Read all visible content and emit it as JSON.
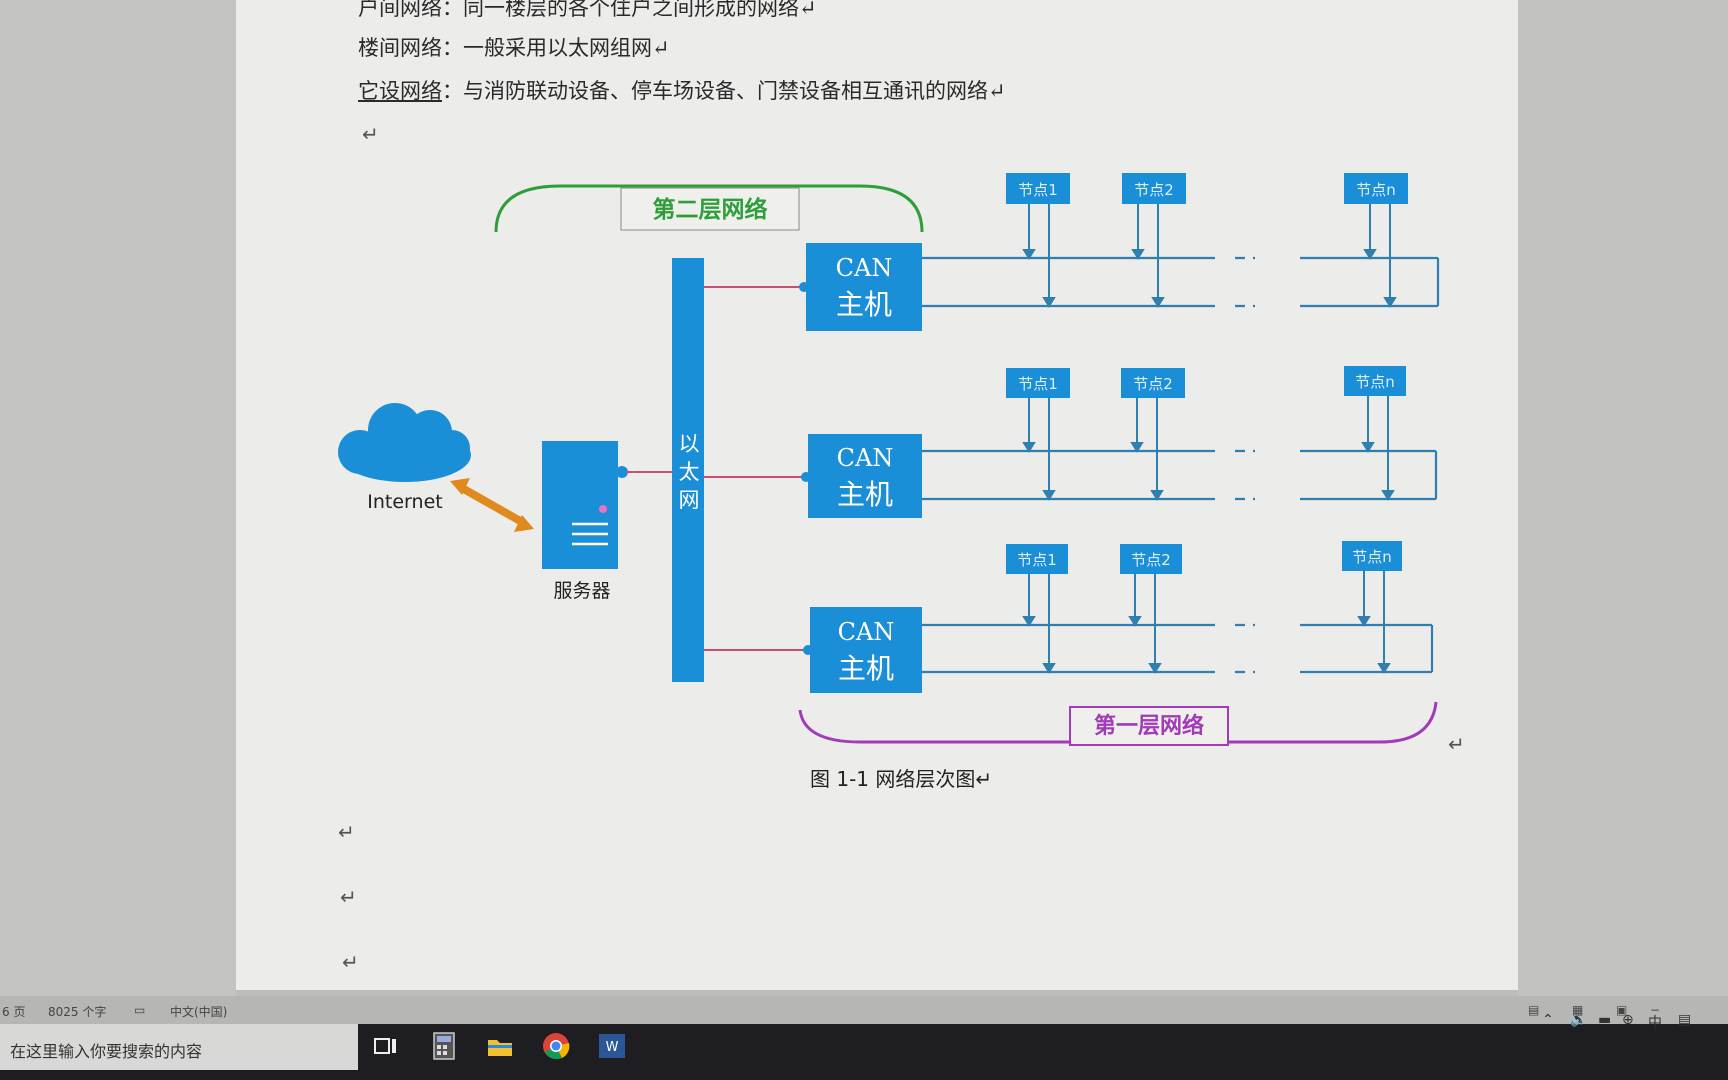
{
  "document": {
    "line1": "户间网络：同一楼层的各个住户之间形成的网络↵",
    "line2": "楼间网络：一般采用以太网组网↵",
    "line3_term": "它设网络",
    "line3_rest": "：与消防联动设备、停车场设备、门禁设备相互通讯的网络↵",
    "para_mark": "↵"
  },
  "diagram": {
    "layer2_label": "第二层网络",
    "layer1_label": "第一层网络",
    "internet_label": "Internet",
    "server_label": "服务器",
    "ethernet_chars": [
      "以",
      "太",
      "网"
    ],
    "can_line1": "CAN",
    "can_line2": "主机",
    "node_labels": [
      "节点1",
      "节点2",
      "节点n"
    ],
    "caption": "图 1-1  网络层次图↵",
    "colors": {
      "blue": "#1a8ed6",
      "layer2": "#2e9e3a",
      "layer1": "#a23bb8",
      "arrow": "#e08a1e",
      "link": "#c8506e",
      "bus": "#2f7fb0"
    }
  },
  "status": {
    "page": "6 页",
    "words": "8025 个字",
    "lang": "中文(中国)"
  },
  "taskbar": {
    "search_placeholder": "在这里输入你要搜索的内容",
    "ime": "中"
  }
}
